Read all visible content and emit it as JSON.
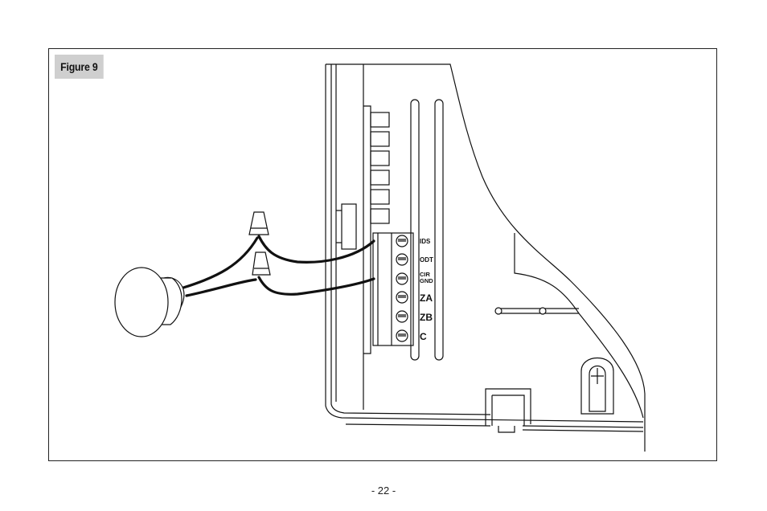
{
  "figure": {
    "label": "Figure 9"
  },
  "terminals": [
    {
      "label": "IDS",
      "size": "small"
    },
    {
      "label": "ODT",
      "size": "small"
    },
    {
      "label": "CIR\nGND",
      "size": "tiny"
    },
    {
      "label": "ZA",
      "size": "large"
    },
    {
      "label": "ZB",
      "size": "large"
    },
    {
      "label": "C",
      "size": "large"
    }
  ],
  "page": {
    "number": "- 22 -"
  },
  "colors": {
    "line": "#111111",
    "label_bg": "#cfcfcf"
  }
}
